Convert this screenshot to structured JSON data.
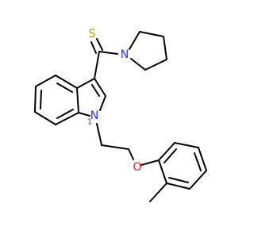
{
  "molecule": {
    "atoms": {
      "sulfur": "S",
      "pyrrolidine_nitrogen": "N",
      "indole_nitrogen": "N",
      "indole_nitrogen_locant": "1",
      "ether_oxygen": "O"
    },
    "colors": {
      "sulfur": "#b3a100",
      "nitrogen": "#2233ee",
      "oxygen": "#e0201b",
      "bond": "#000000"
    }
  }
}
